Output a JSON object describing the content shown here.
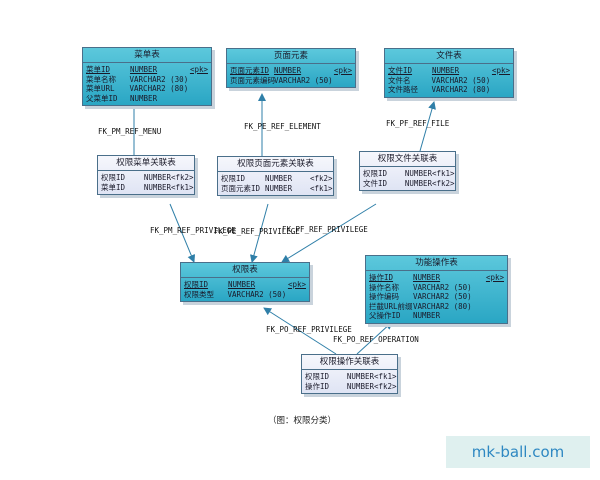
{
  "entities": {
    "menu": {
      "title": "菜单表",
      "rows": [
        {
          "name": "菜单ID",
          "type": "NUMBER",
          "key": "<pk>",
          "pk": true
        },
        {
          "name": "菜单名称",
          "type": "VARCHAR2 (30)",
          "key": ""
        },
        {
          "name": "菜单URL",
          "type": "VARCHAR2 (80)",
          "key": ""
        },
        {
          "name": "父菜单ID",
          "type": "NUMBER",
          "key": ""
        }
      ]
    },
    "element": {
      "title": "页面元素",
      "rows": [
        {
          "name": "页面元素ID",
          "type": "NUMBER",
          "key": "<pk>",
          "pk": true
        },
        {
          "name": "页面元素编码",
          "type": "VARCHAR2 (50)",
          "key": ""
        }
      ]
    },
    "file": {
      "title": "文件表",
      "rows": [
        {
          "name": "文件ID",
          "type": "NUMBER",
          "key": "<pk>",
          "pk": true
        },
        {
          "name": "文件名",
          "type": "VARCHAR2 (50)",
          "key": ""
        },
        {
          "name": "文件路径",
          "type": "VARCHAR2 (80)",
          "key": ""
        }
      ]
    },
    "priv_menu": {
      "title": "权限菜单关联表",
      "rows": [
        {
          "name": "权限ID",
          "type": "NUMBER",
          "key": "<fk2>"
        },
        {
          "name": "菜单ID",
          "type": "NUMBER",
          "key": "<fk1>"
        }
      ]
    },
    "priv_element": {
      "title": "权限页面元素关联表",
      "rows": [
        {
          "name": "权限ID",
          "type": "NUMBER",
          "key": "<fk2>"
        },
        {
          "name": "页面元素ID",
          "type": "NUMBER",
          "key": "<fk1>"
        }
      ]
    },
    "priv_file": {
      "title": "权限文件关联表",
      "rows": [
        {
          "name": "权限ID",
          "type": "NUMBER",
          "key": "<fk1>"
        },
        {
          "name": "文件ID",
          "type": "NUMBER",
          "key": "<fk2>"
        }
      ]
    },
    "privilege": {
      "title": "权限表",
      "rows": [
        {
          "name": "权限ID",
          "type": "NUMBER",
          "key": "<pk>",
          "pk": true
        },
        {
          "name": "权限类型",
          "type": "VARCHAR2 (50)",
          "key": ""
        }
      ]
    },
    "operation": {
      "title": "功能操作表",
      "rows": [
        {
          "name": "操作ID",
          "type": "NUMBER",
          "key": "<pk>",
          "pk": true
        },
        {
          "name": "操作名称",
          "type": "VARCHAR2 (50)",
          "key": ""
        },
        {
          "name": "操作编码",
          "type": "VARCHAR2 (50)",
          "key": ""
        },
        {
          "name": "拦截URL前缀",
          "type": "VARCHAR2 (80)",
          "key": ""
        },
        {
          "name": "父操作ID",
          "type": "NUMBER",
          "key": ""
        }
      ]
    },
    "priv_op": {
      "title": "权限操作关联表",
      "rows": [
        {
          "name": "权限ID",
          "type": "NUMBER",
          "key": "<fk1>"
        },
        {
          "name": "操作ID",
          "type": "NUMBER",
          "key": "<fk2>"
        }
      ]
    }
  },
  "relations": [
    {
      "label": "FK_PM_REF_MENU",
      "from": "priv_menu",
      "to": "menu"
    },
    {
      "label": "FK_PE_REF_ELEMENT",
      "from": "priv_element",
      "to": "element"
    },
    {
      "label": "FK_PF_REF_FILE",
      "from": "priv_file",
      "to": "file"
    },
    {
      "label": "FK_PM_REF_PRIVILEGE",
      "from": "priv_menu",
      "to": "privilege"
    },
    {
      "label": "FK_PE_REF_PRIVILEGE",
      "from": "priv_element",
      "to": "privilege"
    },
    {
      "label": "FK_PF_REF_PRIVILEGE",
      "from": "priv_file",
      "to": "privilege"
    },
    {
      "label": "FK_PO_REF_PRIVILEGE",
      "from": "priv_op",
      "to": "privilege"
    },
    {
      "label": "FK_PO_REF_OPERATION",
      "from": "priv_op",
      "to": "operation"
    }
  ],
  "caption": "（图：权限分类）",
  "watermark": "mk-ball.com"
}
